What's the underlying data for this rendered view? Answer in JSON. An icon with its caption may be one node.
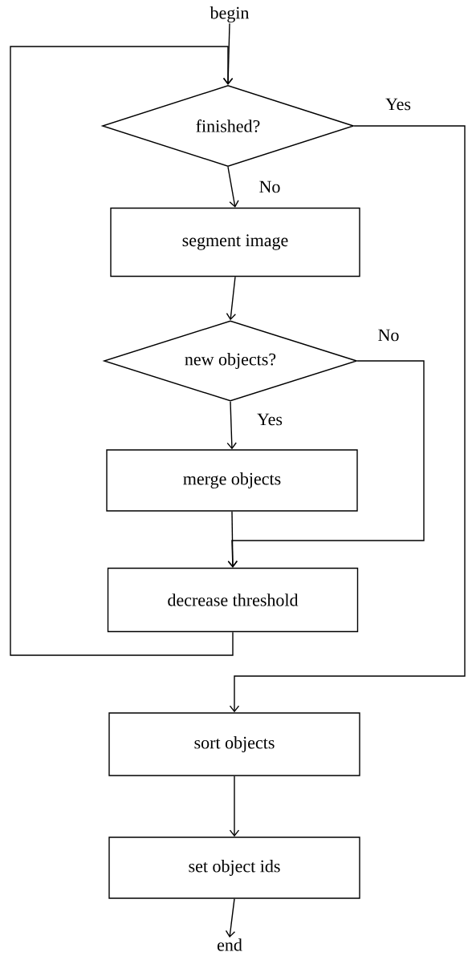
{
  "diagram": {
    "nodes": [
      {
        "text": [
          "begin"
        ]
      },
      {
        "text": [
          "finished?"
        ]
      },
      {
        "text": [
          "segment image"
        ]
      },
      {
        "text": [
          "new objects?"
        ]
      },
      {
        "text": [
          "merge objects"
        ]
      },
      {
        "text": [
          "decrease threshold"
        ]
      },
      {
        "text": [
          "sort objects"
        ]
      },
      {
        "text": [
          "set object ids"
        ]
      },
      {
        "text": [
          "end"
        ]
      }
    ],
    "edges": [
      {
        "from": 0,
        "to": 1,
        "arrow": "to"
      },
      {
        "from": 1,
        "to": 2,
        "arrow": "to",
        "label": "No"
      },
      {
        "from": 1,
        "to": 6,
        "arrow": "to",
        "label": "Yes"
      },
      {
        "from": 2,
        "to": 3,
        "arrow": "to"
      },
      {
        "from": 3,
        "to": 4,
        "arrow": "to",
        "label": "Yes"
      },
      {
        "from": 3,
        "to": 5,
        "arrow": "to",
        "label": "No"
      },
      {
        "from": 4,
        "to": 5,
        "arrow": "to"
      },
      {
        "from": 5,
        "to": 1,
        "arrow": "to"
      },
      {
        "from": 6,
        "to": 7,
        "arrow": "to"
      },
      {
        "from": 7,
        "to": 8,
        "arrow": "to"
      }
    ]
  }
}
